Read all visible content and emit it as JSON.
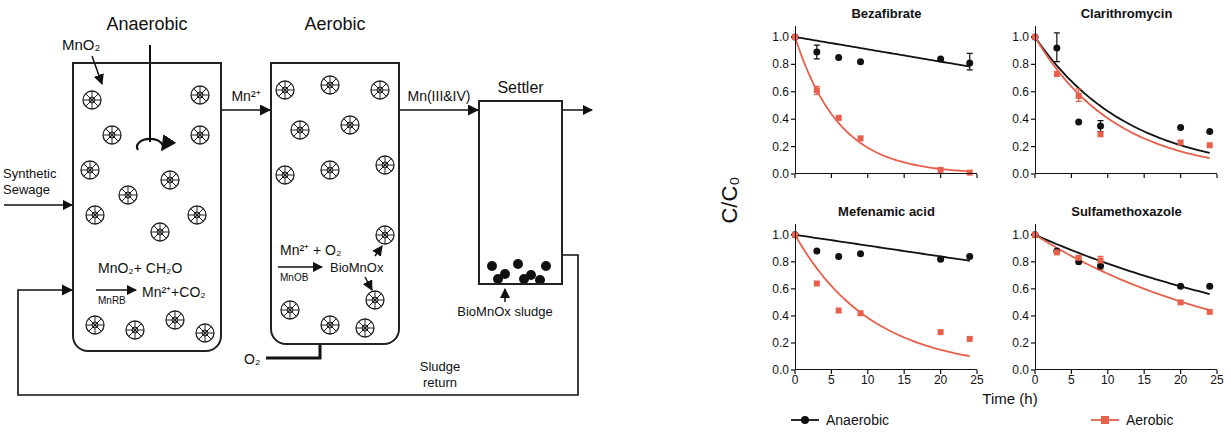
{
  "diagram": {
    "nodes": [
      {
        "text": [
          "Anaerobic",
          "MnO₂+ CH₂O",
          "MnRB",
          "Mn²⁺+CO₂"
        ]
      },
      {
        "text": [
          "Aerobic",
          "Mn²⁺ + O₂",
          "MnOB",
          "BioMnOx"
        ]
      },
      {
        "text": [
          "Settler"
        ]
      },
      {
        "text": [
          "Bezafibrate"
        ]
      },
      {
        "text": [
          "Clarithromycin"
        ]
      },
      {
        "text": [
          "Mefenamic acid"
        ]
      },
      {
        "text": [
          "Sulfamethoxazole"
        ]
      }
    ],
    "edges": [
      {
        "from": 0,
        "to": 1,
        "arrow": "to",
        "label": "Mn²⁺"
      },
      {
        "from": 1,
        "to": 2,
        "arrow": "to",
        "label": "Mn(III&IV)"
      },
      {
        "from": 2,
        "to": 0,
        "arrow": "to",
        "label": "Sludge return"
      }
    ],
    "labels": [
      "MnO₂",
      "Synthetic Sewage",
      "O₂",
      "BioMnOx sludge",
      "C/C₀",
      "Time (h)",
      "1.0",
      "0.8",
      "0.6",
      "0.4",
      "0.2",
      "0.0",
      "1.0",
      "0.8",
      "0.6",
      "0.4",
      "0.2",
      "0.0",
      "1.0",
      "0.8",
      "0.6",
      "0.4",
      "0.2",
      "0.0",
      "1.0",
      "0.8",
      "0.6",
      "0.4",
      "0.2",
      "0.0",
      "0",
      "5",
      "10",
      "15",
      "20",
      "25",
      "0",
      "5",
      "10",
      "15",
      "20",
      "25"
    ],
    "legend": [
      {
        "text": "Anaerobic"
      },
      {
        "text": "Aerobic"
      }
    ]
  }
}
